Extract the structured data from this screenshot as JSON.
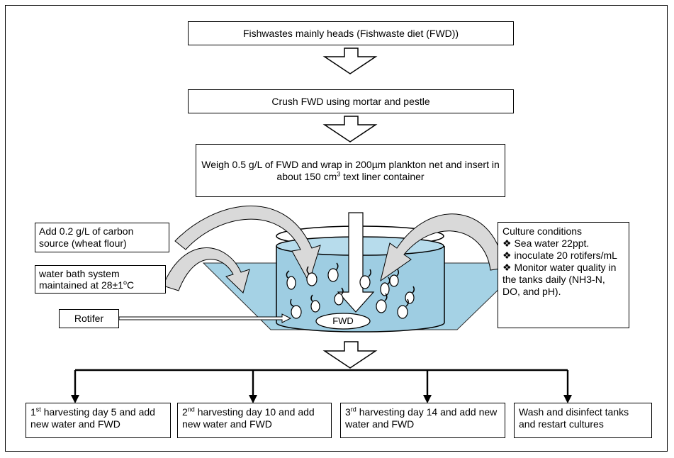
{
  "steps": {
    "s1": "Fishwastes mainly heads (Fishwaste diet (FWD))",
    "s2": "Crush FWD using mortar and pestle",
    "s3": "Weigh 0.5 g/L of FWD  and wrap in 200µm plankton net and insert in about 150 cm",
    "s3_sup": "3",
    "s3_end": " text liner container"
  },
  "inputs": {
    "carbon": "Add 0.2 g/L of carbon source (wheat flour)",
    "waterbath": "water bath system maintained at 28±1",
    "waterbath_sup": "o",
    "waterbath_end": "C",
    "rotifer": "Rotifer"
  },
  "tank": {
    "center_label": "FWD"
  },
  "conditions": {
    "title": "Culture conditions",
    "bullet": "❖",
    "items": [
      "Sea water 22ppt.",
      "inoculate 20 rotifers/mL",
      "Monitor water quality in the tanks daily (NH3-N, DO, and pH)."
    ]
  },
  "harvest": [
    {
      "num": "1",
      "sup": "st",
      "text": " harvesting day 5 and add new water and FWD"
    },
    {
      "num": "2",
      "sup": "nd",
      "text": " harvesting day  10 and add new water and FWD"
    },
    {
      "num": "3",
      "sup": "rd",
      "text": " harvesting day 14  and add new water and FWD"
    },
    {
      "num": "",
      "sup": "",
      "text": "Wash and disinfect tanks and restart cultures"
    }
  ],
  "colors": {
    "water": "#a5d2e5",
    "water_dark": "#7fb7cf",
    "arrow_fill": "#d9d9d9",
    "line": "#000000"
  }
}
